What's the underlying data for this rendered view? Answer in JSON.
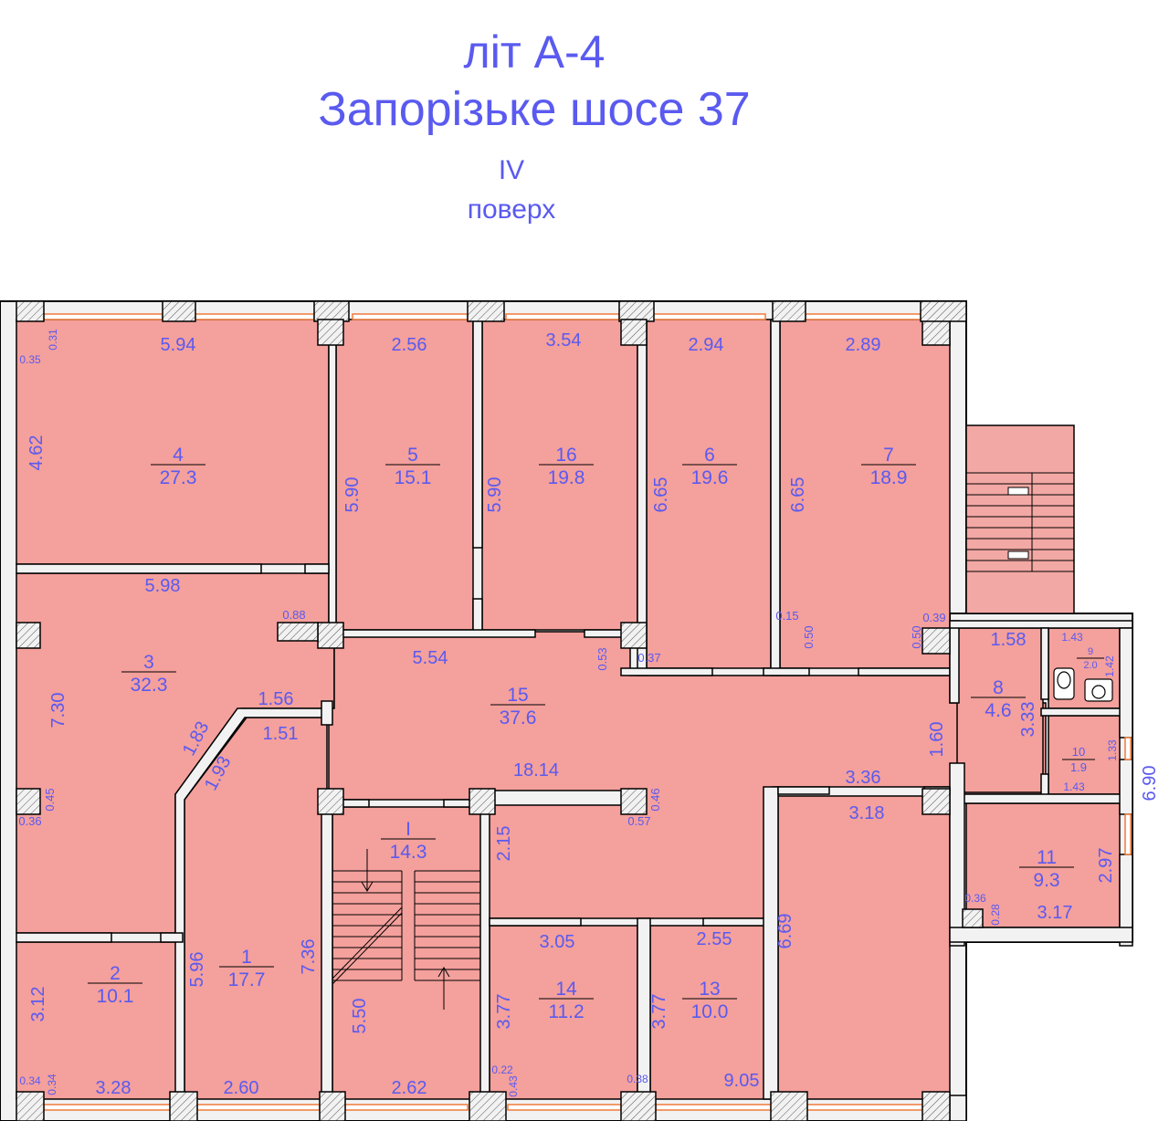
{
  "header": {
    "line1": "літ А-4",
    "line2": "Запорізьке шосе 37",
    "line3": "IV",
    "line4": "поверх"
  },
  "colors": {
    "room_fill": "#f4a09c",
    "wall_fill": "#f2f2f2",
    "wall_stroke": "#000000",
    "window": "#f07a3a",
    "label": "#5a5af0",
    "stair_fill": "#f2a8a4"
  },
  "rooms": [
    {
      "id": "4",
      "number": "4",
      "area": "27.3"
    },
    {
      "id": "5",
      "number": "5",
      "area": "15.1"
    },
    {
      "id": "16",
      "number": "16",
      "area": "19.8"
    },
    {
      "id": "6",
      "number": "6",
      "area": "19.6"
    },
    {
      "id": "7",
      "number": "7",
      "area": "18.9"
    },
    {
      "id": "3",
      "number": "3",
      "area": "32.3"
    },
    {
      "id": "15",
      "number": "15",
      "area": "37.6"
    },
    {
      "id": "8",
      "number": "8",
      "area": "4.6"
    },
    {
      "id": "9",
      "number": "9",
      "area": "2.0"
    },
    {
      "id": "10",
      "number": "10",
      "area": "1.9"
    },
    {
      "id": "I",
      "number": "I",
      "area": "14.3"
    },
    {
      "id": "11",
      "number": "11",
      "area": "9.3"
    },
    {
      "id": "2",
      "number": "2",
      "area": "10.1"
    },
    {
      "id": "1",
      "number": "1",
      "area": "17.7"
    },
    {
      "id": "14",
      "number": "14",
      "area": "11.2"
    },
    {
      "id": "13",
      "number": "13",
      "area": "10.0"
    }
  ],
  "dimensions": {
    "d_5_94": "5.94",
    "d_0_31": "0.31",
    "d_0_35": "0.35",
    "d_4_62": "4.62",
    "d_2_56": "2.56",
    "d_5_90a": "5.90",
    "d_3_54": "3.54",
    "d_5_90b": "5.90",
    "d_2_94": "2.94",
    "d_6_65a": "6.65",
    "d_2_89": "2.89",
    "d_6_65b": "6.65",
    "d_5_98": "5.98",
    "d_0_88": "0.88",
    "d_0_15": "0.15",
    "d_0_50a": "0.50",
    "d_0_39": "0.39",
    "d_0_50b": "0.50",
    "d_1_58": "1.58",
    "d_1_43a": "1.43",
    "d_1_42": "1.42",
    "d_5_54": "5.54",
    "d_0_53": "0.53",
    "d_0_37": "0.37",
    "d_7_30": "7.30",
    "d_1_56": "1.56",
    "d_1_51": "1.51",
    "d_1_83": "1.83",
    "d_1_93": "1.93",
    "d_3_33": "3.33",
    "d_1_60": "1.60",
    "d_1_33": "1.33",
    "d_1_43b": "1.43",
    "d_6_90": "6.90",
    "d_18_14": "18.14",
    "d_0_45": "0.45",
    "d_0_36a": "0.36",
    "d_0_46": "0.46",
    "d_0_57": "0.57",
    "d_3_36": "3.36",
    "d_3_18": "3.18",
    "d_2_15": "2.15",
    "d_2_97": "2.97",
    "d_0_36b": "0.36",
    "d_0_28": "0.28",
    "d_3_17": "3.17",
    "d_3_05": "3.05",
    "d_2_55": "2.55",
    "d_6_69": "6.69",
    "d_3_12": "3.12",
    "d_5_96": "5.96",
    "d_7_36": "7.36",
    "d_3_77a": "3.77",
    "d_3_77b": "3.77",
    "d_5_50": "5.50",
    "d_0_34a": "0.34",
    "d_0_34b": "0.34",
    "d_3_28": "3.28",
    "d_2_60": "2.60",
    "d_2_62": "2.62",
    "d_0_22": "0.22",
    "d_0_43": "0.43",
    "d_0_38": "0.38",
    "d_9_05": "9.05"
  }
}
